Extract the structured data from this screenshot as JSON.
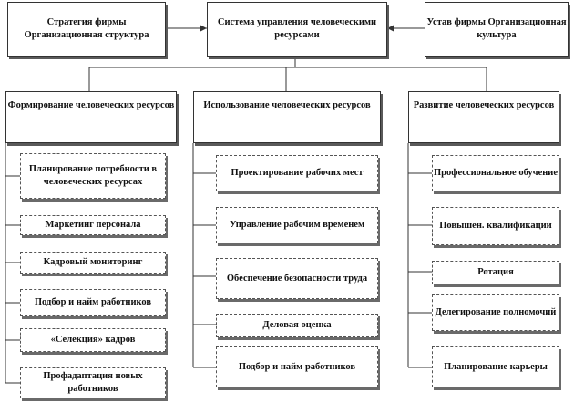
{
  "top": {
    "left": "Стратегия фирмы Организационная структура",
    "center": "Система управления человеческими ресурсами",
    "right": "Устав фирмы Организационная культура"
  },
  "columns": [
    {
      "title": "Формирование человеческих ресурсов",
      "items": [
        "Планирование потребности в человеческих ресурсах",
        "Маркетинг персонала",
        "Кадровый мониторинг",
        "Подбор и найм работников",
        "«Селекция» кадров",
        "Профадаптация новых работников"
      ]
    },
    {
      "title": "Использование человеческих ресурсов",
      "items": [
        "Проектирование рабочих мест",
        "Управление рабочим временем",
        "Обеспечение безопасности труда",
        "Деловая оценка",
        "Подбор и найм работников"
      ]
    },
    {
      "title": "Развитие человеческих ресурсов",
      "items": [
        "Профессиональное обучение",
        "Повышен. квалификации",
        "Ротация",
        "Делегирование полномочий",
        "Планирование карьеры"
      ]
    }
  ]
}
